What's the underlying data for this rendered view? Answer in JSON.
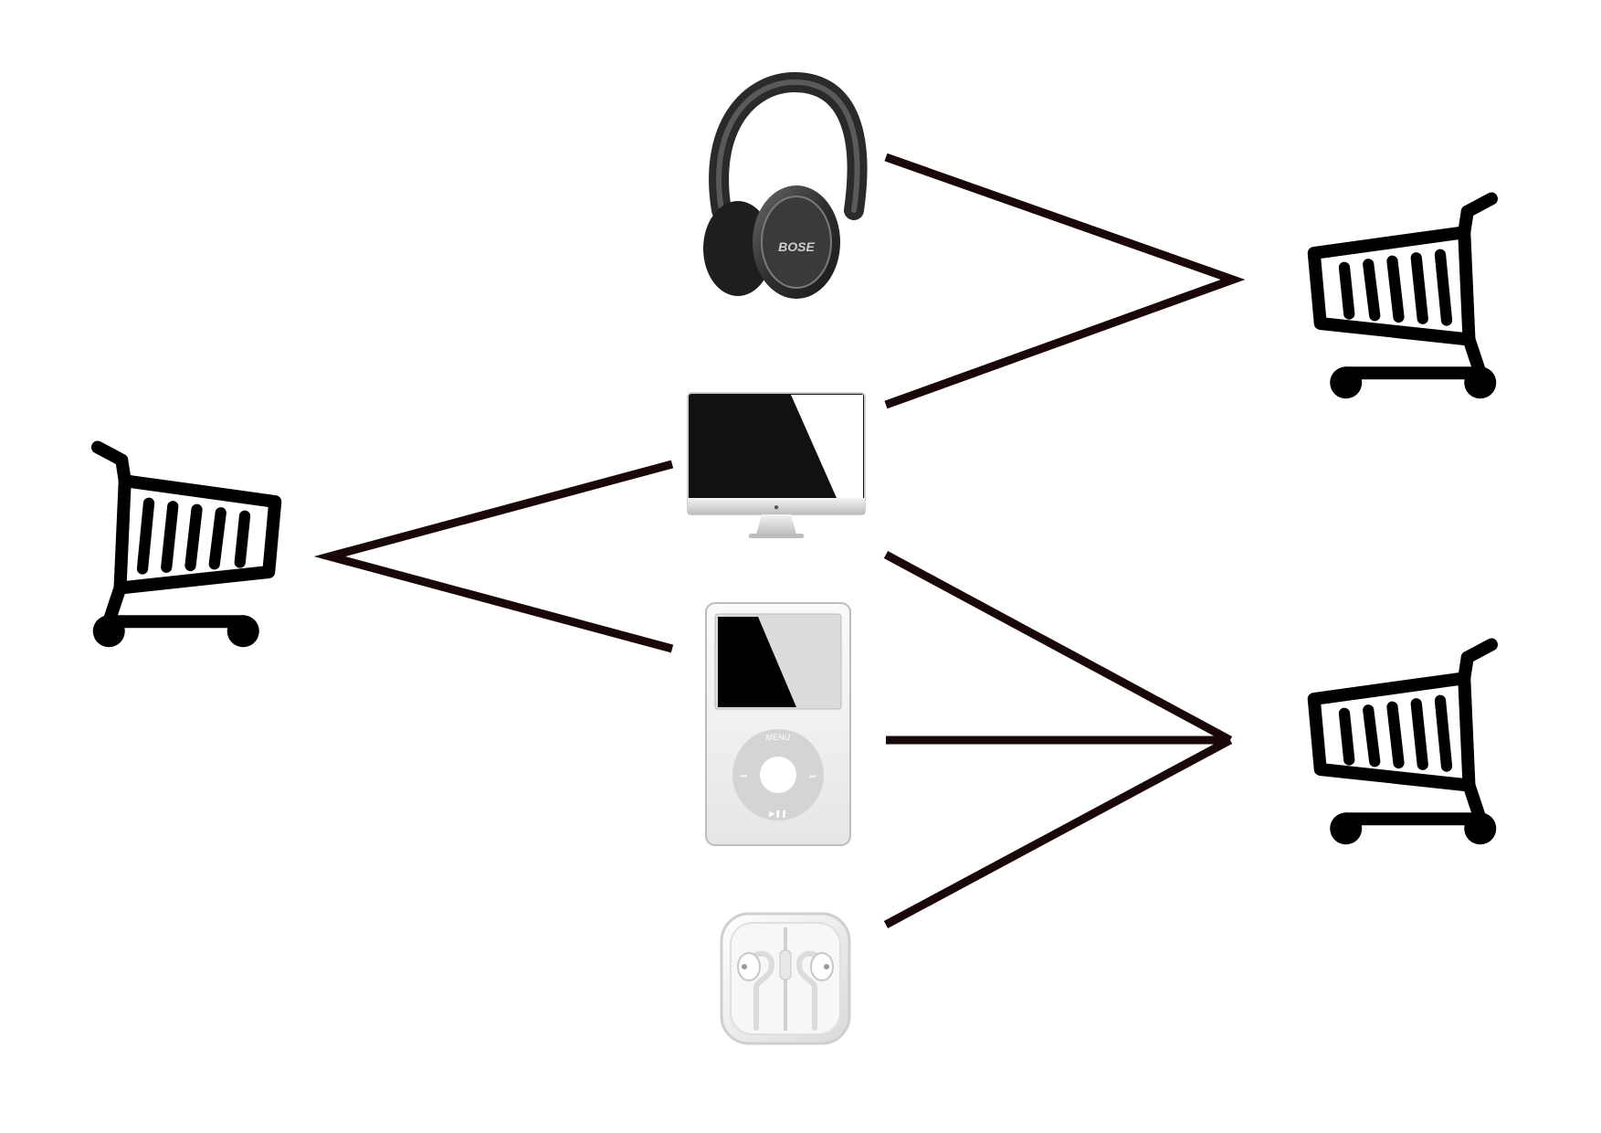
{
  "background": "#ffffff",
  "line_color": "#1a0808",
  "carts": [
    {
      "id": "cart-left",
      "icon": "shopping-cart-icon",
      "items": [
        "desktop-monitor",
        "ipod"
      ]
    },
    {
      "id": "cart-top-right",
      "icon": "shopping-cart-icon",
      "items": [
        "headphones",
        "desktop-monitor"
      ]
    },
    {
      "id": "cart-bottom-right",
      "icon": "shopping-cart-icon",
      "items": [
        "desktop-monitor",
        "ipod",
        "earphones-case"
      ]
    }
  ],
  "products": [
    {
      "id": "headphones",
      "icon": "headphones-icon",
      "brand": "BOSE"
    },
    {
      "id": "desktop-monitor",
      "icon": "desktop-monitor-icon"
    },
    {
      "id": "ipod",
      "icon": "ipod-icon",
      "menu_label": "MENU",
      "prev_label": "⏮",
      "next_label": "⏭",
      "play_label": "▶❚❚"
    },
    {
      "id": "earphones-case",
      "icon": "earphones-icon"
    }
  ]
}
